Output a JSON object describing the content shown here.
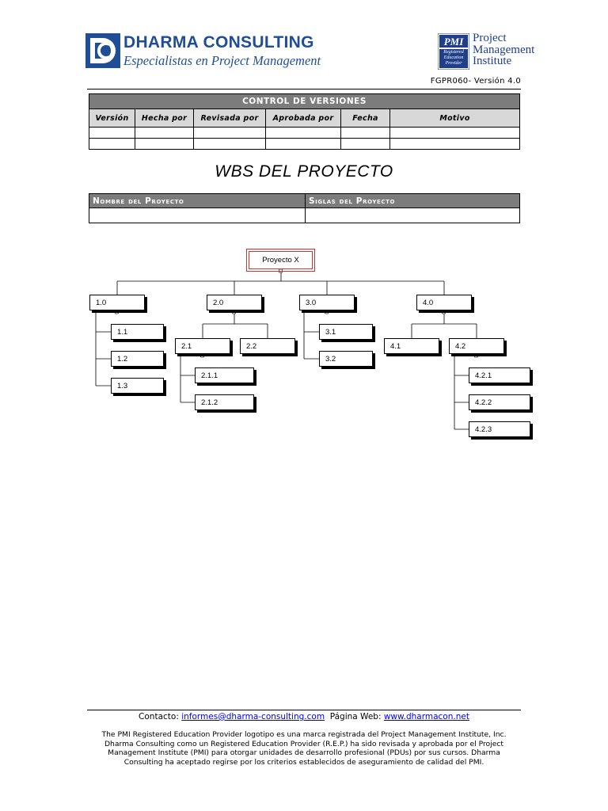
{
  "header": {
    "company_name": "DHARMA CONSULTING",
    "company_tagline": "Especialistas en Project Management",
    "pmi_badge": "PMI",
    "pmi_badge_text": "Registered Education Provider",
    "pmi_name_lines": [
      "Project",
      "Management",
      "Institute"
    ],
    "version_code": "FGPR060- Versión 4.0"
  },
  "control_versiones": {
    "title": "CONTROL DE VERSIONES",
    "columns": [
      "Versión",
      "Hecha por",
      "Revisada por",
      "Aprobada por",
      "Fecha",
      "Motivo"
    ],
    "rows": [
      [
        "",
        "",
        "",
        "",
        "",
        ""
      ],
      [
        "",
        "",
        "",
        "",
        "",
        ""
      ]
    ]
  },
  "document_title": "WBS DEL PROYECTO",
  "proyecto_table": {
    "columns": [
      "Nombre del Proyecto",
      "Siglas del Proyecto"
    ],
    "values": [
      "",
      ""
    ]
  },
  "wbs": {
    "root": "Proyecto X",
    "nodes": {
      "n1": "1.0",
      "n1_1": "1.1",
      "n1_2": "1.2",
      "n1_3": "1.3",
      "n2": "2.0",
      "n2_1": "2.1",
      "n2_2": "2.2",
      "n2_1_1": "2.1.1",
      "n2_1_2": "2.1.2",
      "n3": "3.0",
      "n3_1": "3.1",
      "n3_2": "3.2",
      "n4": "4.0",
      "n4_1": "4.1",
      "n4_2": "4.2",
      "n4_2_1": "4.2.1",
      "n4_2_2": "4.2.2",
      "n4_2_3": "4.2.3"
    }
  },
  "footer": {
    "contact_label": "Contacto:",
    "contact_email": "informes@dharma-consulting.com",
    "web_label": "Página Web:",
    "web_url": "www.dharmacon.net",
    "disclaimer": "The PMI Registered Education Provider logotipo es una marca registrada del Project Management Institute, Inc. Dharma Consulting como un Registered Education Provider (R.E.P.) ha sido revisada y aprobada por el Project Management Institute (PMI) para otorgar unidades de desarrollo profesional (PDUs) por sus cursos. Dharma Consulting ha aceptado regirse por los criterios establecidos de aseguramiento de calidad del PMI."
  }
}
